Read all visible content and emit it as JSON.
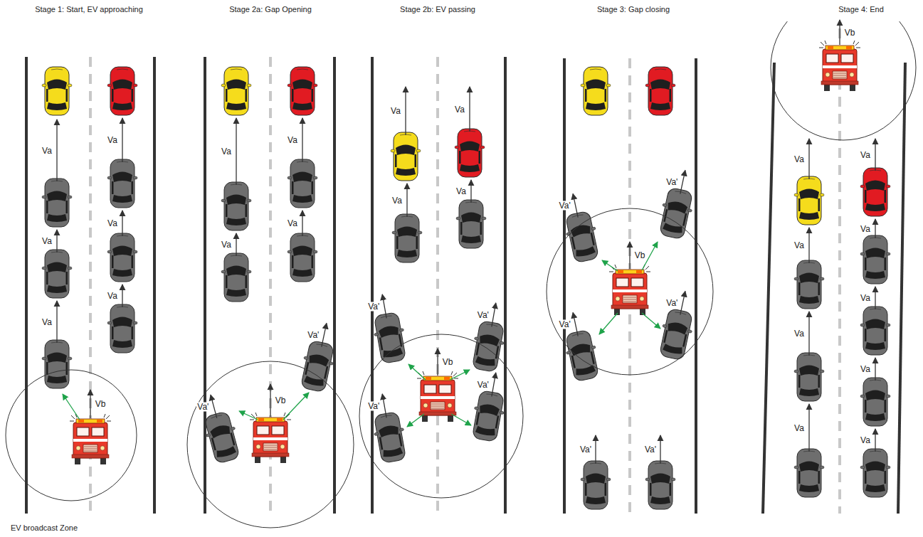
{
  "diagram": {
    "nodes": [
      {
        "text": [
          "Stage 1: Start, EV approaching"
        ]
      },
      {
        "text": [
          "Stage 2a: Gap Opening"
        ]
      },
      {
        "text": [
          "Stage 2b: EV passing"
        ]
      },
      {
        "text": [
          "Stage 3: Gap closing"
        ]
      },
      {
        "text": [
          "Stage 4: End"
        ]
      }
    ],
    "labels": [
      "Va",
      "Va",
      "Va",
      "Va",
      "Va",
      "Va",
      "Vb",
      "EV broadcast Zone",
      "Va",
      "Va",
      "Va",
      "Va",
      "Va'",
      "Va'",
      "Vb",
      "Va",
      "Va",
      "Va",
      "Va",
      "Va'",
      "Va'",
      "Va'",
      "Va'",
      "Vb",
      "Va'",
      "Va'",
      "Va'",
      "Va'",
      "Vb",
      "Va'",
      "Va'",
      "Vb",
      "Va",
      "Va",
      "Va",
      "Va",
      "Va",
      "Va",
      "Va",
      "Va",
      "Va"
    ]
  }
}
